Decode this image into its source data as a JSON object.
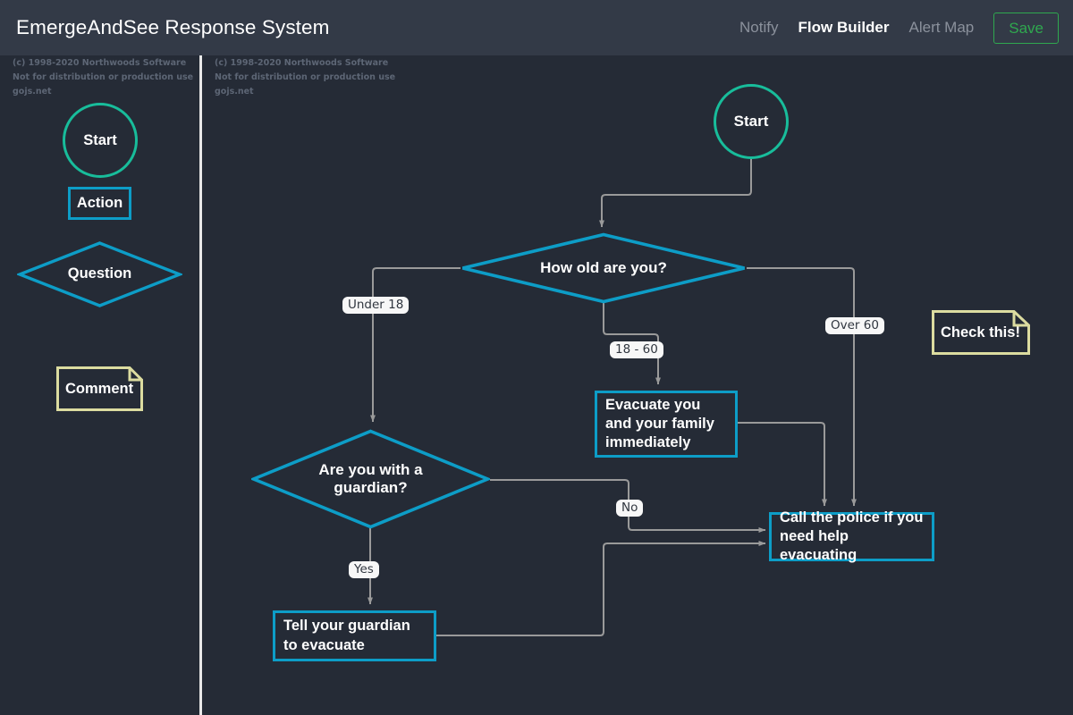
{
  "header": {
    "title": "EmergeAndSee Response System",
    "nav": [
      {
        "label": "Notify",
        "active": false
      },
      {
        "label": "Flow Builder",
        "active": true
      },
      {
        "label": "Alert Map",
        "active": false
      }
    ],
    "save_label": "Save"
  },
  "watermark": {
    "line1": "(c) 1998-2020 Northwoods Software",
    "line2": "Not for distribution or production use",
    "line3": "gojs.net"
  },
  "palette": {
    "items": [
      {
        "key": "start",
        "label": "Start",
        "shape": "circle",
        "color": "#18bd9b"
      },
      {
        "key": "action",
        "label": "Action",
        "shape": "rectangle",
        "color": "#0d9dc7"
      },
      {
        "key": "question",
        "label": "Question",
        "shape": "diamond",
        "color": "#0d9dc7"
      },
      {
        "key": "comment",
        "label": "Comment",
        "shape": "note",
        "color": "#dcdca0"
      }
    ]
  },
  "flow": {
    "nodes": [
      {
        "key": "start",
        "label": "Start",
        "shape": "circle"
      },
      {
        "key": "age",
        "label": "How old are you?",
        "shape": "diamond"
      },
      {
        "key": "guardian",
        "label": "Are you with a guardian?",
        "shape": "diamond"
      },
      {
        "key": "evacuate",
        "label": "Evacuate you and your family immediately",
        "shape": "rectangle"
      },
      {
        "key": "police",
        "label": "Call the police if you need help evacuating",
        "shape": "rectangle"
      },
      {
        "key": "tell",
        "label": "Tell your guardian to evacuate",
        "shape": "rectangle"
      },
      {
        "key": "comment",
        "label": "Check this!",
        "shape": "note"
      }
    ],
    "links": [
      {
        "from": "start",
        "to": "age",
        "label": ""
      },
      {
        "from": "age",
        "to": "guardian",
        "label": "Under 18"
      },
      {
        "from": "age",
        "to": "evacuate",
        "label": "18 - 60"
      },
      {
        "from": "age",
        "to": "police",
        "label": "Over 60"
      },
      {
        "from": "evacuate",
        "to": "police",
        "label": ""
      },
      {
        "from": "guardian",
        "to": "police",
        "label": "No"
      },
      {
        "from": "guardian",
        "to": "tell",
        "label": "Yes"
      },
      {
        "from": "tell",
        "to": "police",
        "label": ""
      }
    ]
  },
  "colors": {
    "background": "#252b36",
    "header": "#333a47",
    "start_green": "#18bd9b",
    "node_blue": "#0d9dc7",
    "comment_tan": "#dcdca0",
    "link_gray": "#9a9a9a",
    "save_green": "#2fa84f"
  }
}
